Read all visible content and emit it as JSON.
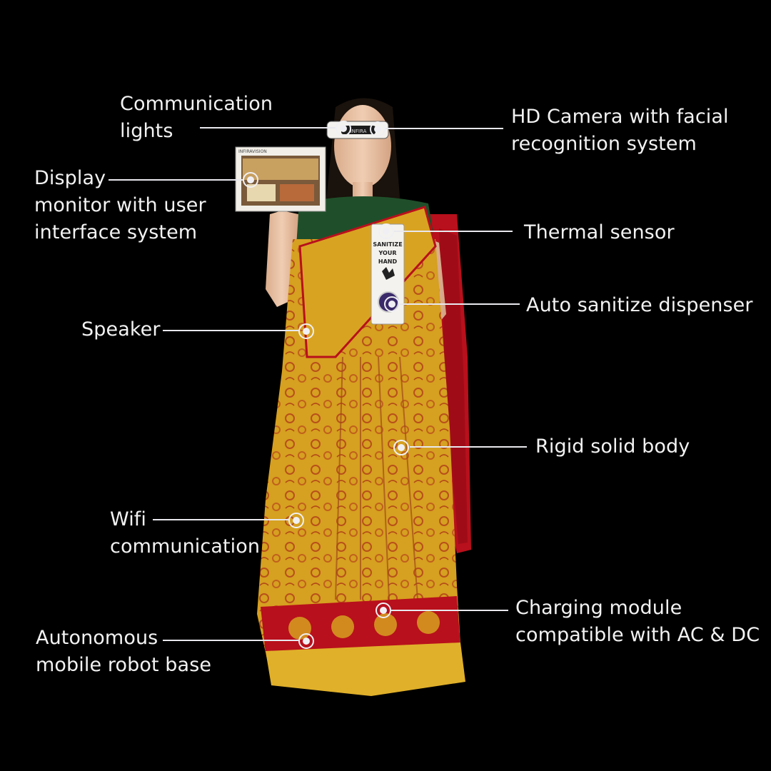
{
  "labels": {
    "communication_lights": "Communication\nlights",
    "hd_camera": "HD Camera with facial\nrecognition system",
    "display_monitor": "Display\nmonitor with user\ninterface system",
    "thermal_sensor": "Thermal sensor",
    "auto_sanitize": "Auto sanitize dispenser",
    "speaker": "Speaker",
    "rigid_body": "Rigid solid body",
    "wifi": "Wifi\ncommunication",
    "charging_module": "Charging module\ncompatible with AC & DC",
    "robot_base": "Autonomous\nmobile robot base"
  },
  "device_text": {
    "monitor_brand": "INFIRAVISION",
    "visor_text": "INFIRA",
    "dispenser_text": "SANITIZE\nYOUR\nHAND"
  },
  "colors": {
    "background": "#000000",
    "callout_line": "#e8e8ee",
    "saree_yellow": "#d8a21c",
    "saree_red": "#b8101c",
    "skin": "#eac4a8"
  }
}
